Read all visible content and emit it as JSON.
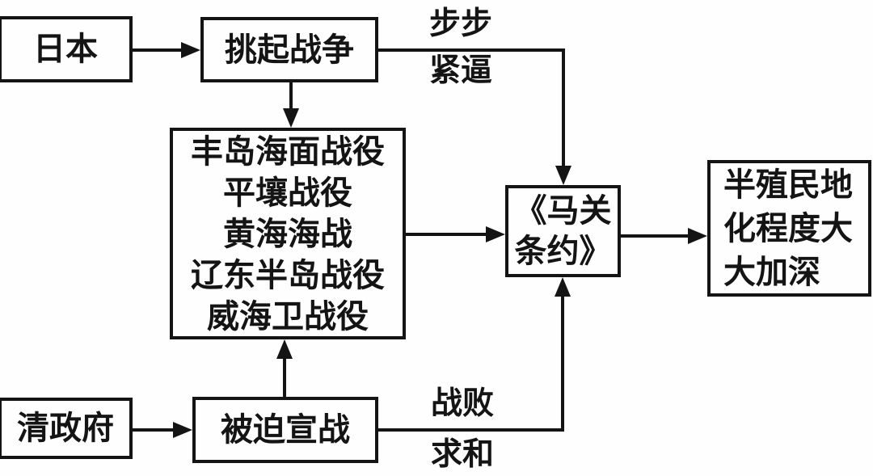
{
  "diagram": {
    "nodes": {
      "japan": {
        "label": "日本"
      },
      "provoke": {
        "label": "挑起战争"
      },
      "battles": {
        "lines": [
          "丰岛海面战役",
          "平壤战役",
          "黄海海战",
          "辽东半岛战役",
          "威海卫战役"
        ]
      },
      "treaty": {
        "lines": [
          "《马关",
          "条约》"
        ]
      },
      "result": {
        "lines": [
          "半殖民地",
          "化程度大",
          "大加深"
        ]
      },
      "qing": {
        "label": "清政府"
      },
      "declare": {
        "label": "被迫宣战"
      }
    },
    "edge_labels": {
      "top": {
        "line1": "步步",
        "line2": "紧逼"
      },
      "bottom": {
        "line1": "战败",
        "line2": "求和"
      }
    },
    "colors": {
      "line": "#141414",
      "background": "#ffffff"
    }
  }
}
